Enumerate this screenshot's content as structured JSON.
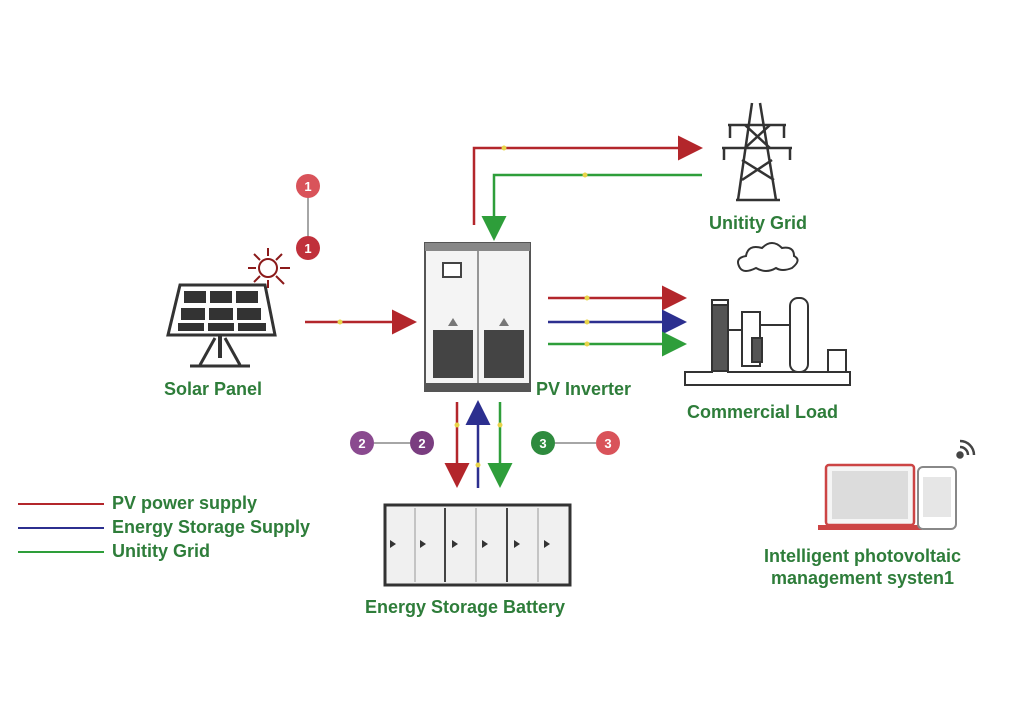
{
  "labels": {
    "solar_panel": "Solar Panel",
    "pv_inverter": "PV Inverter",
    "utility_grid": "Unitity Grid",
    "commercial_load": "Commercial Load",
    "battery": "Energy Storage Battery",
    "mgmt_line1": "Intelligent photovoltaic",
    "mgmt_line2": "management systen1"
  },
  "legend": [
    {
      "label": "PV power supply",
      "color": "#b3262b"
    },
    {
      "label": "Energy Storage Supply",
      "color": "#2c2f8f"
    },
    {
      "label": "Unitity Grid",
      "color": "#2e9e3a"
    }
  ],
  "badges": {
    "b1": "1",
    "b2": "2",
    "b3": "3"
  },
  "colors": {
    "pv": "#b3262b",
    "storage": "#2c2f8f",
    "grid": "#2e9e3a",
    "badge_red": "#d9535a",
    "badge_purple": "#8a4a8f",
    "badge_green": "#2e8b3e"
  }
}
